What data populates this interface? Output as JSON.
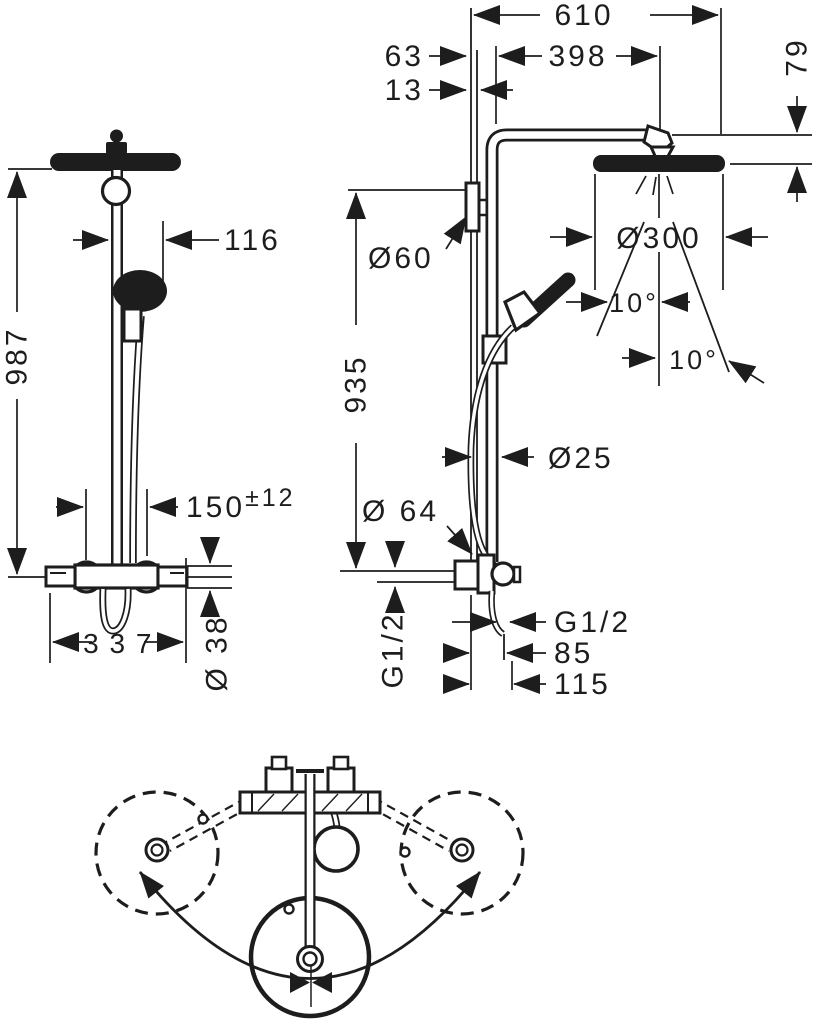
{
  "drawing": {
    "background_color": "#ffffff",
    "line_color": "#1d1d1d",
    "views": {
      "front_view": {
        "dimensions": {
          "total_height": "987",
          "hand_shower_offset": "116",
          "supply_spacing": "150",
          "supply_spacing_tolerance": "±12",
          "mixer_width": "3 3 7",
          "mixer_body_diameter": "Ø 38"
        }
      },
      "side_view": {
        "dimensions": {
          "arm_reach": "610",
          "wall_to_riser": "63",
          "flange_gap": "13",
          "arm_projection": "398",
          "head_drop": "79",
          "wall_bracket_diameter": "Ø60",
          "head_diameter": "Ø300",
          "spray_angle_inner": "10°",
          "spray_angle_outer": "10°",
          "riser_height": "935",
          "riser_pipe_diameter": "Ø25",
          "mixer_body_diameter": "Ø 64",
          "supply_thread": "G1/2",
          "hose_connection_thread": "G1/2",
          "hose_connection_depth": "85",
          "mixer_depth": "115"
        }
      }
    }
  }
}
